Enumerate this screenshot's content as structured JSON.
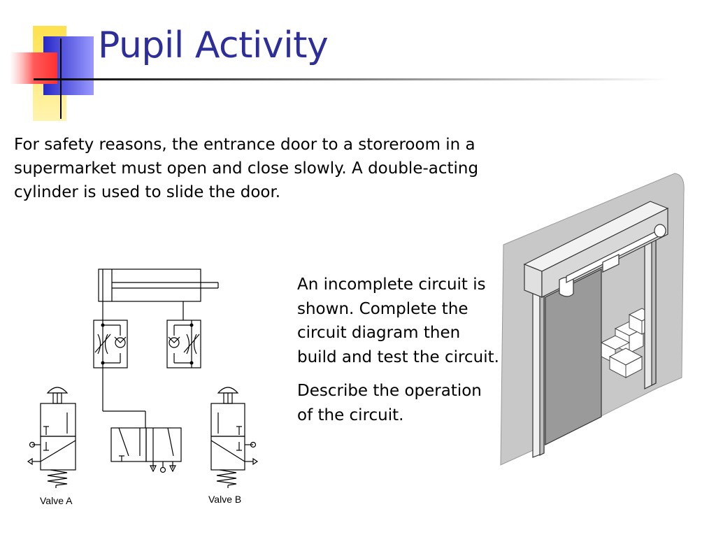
{
  "slide": {
    "title": "Pupil Activity",
    "intro": "For safety reasons, the entrance door to a storeroom in a supermarket must open and close slowly. A double-acting cylinder is used to slide the door.",
    "instructions": [
      "An incomplete circuit is shown. Complete the circuit diagram then build and test the circuit.",
      "Describe the operation of the circuit."
    ]
  },
  "diagram": {
    "valve_a_label": "Valve A",
    "valve_b_label": "Valve B"
  },
  "colors": {
    "title": "#2e2e9a",
    "logo_blue": "#3333cc",
    "logo_yellow": "#ffdd33",
    "logo_red": "#ff4d4d"
  }
}
